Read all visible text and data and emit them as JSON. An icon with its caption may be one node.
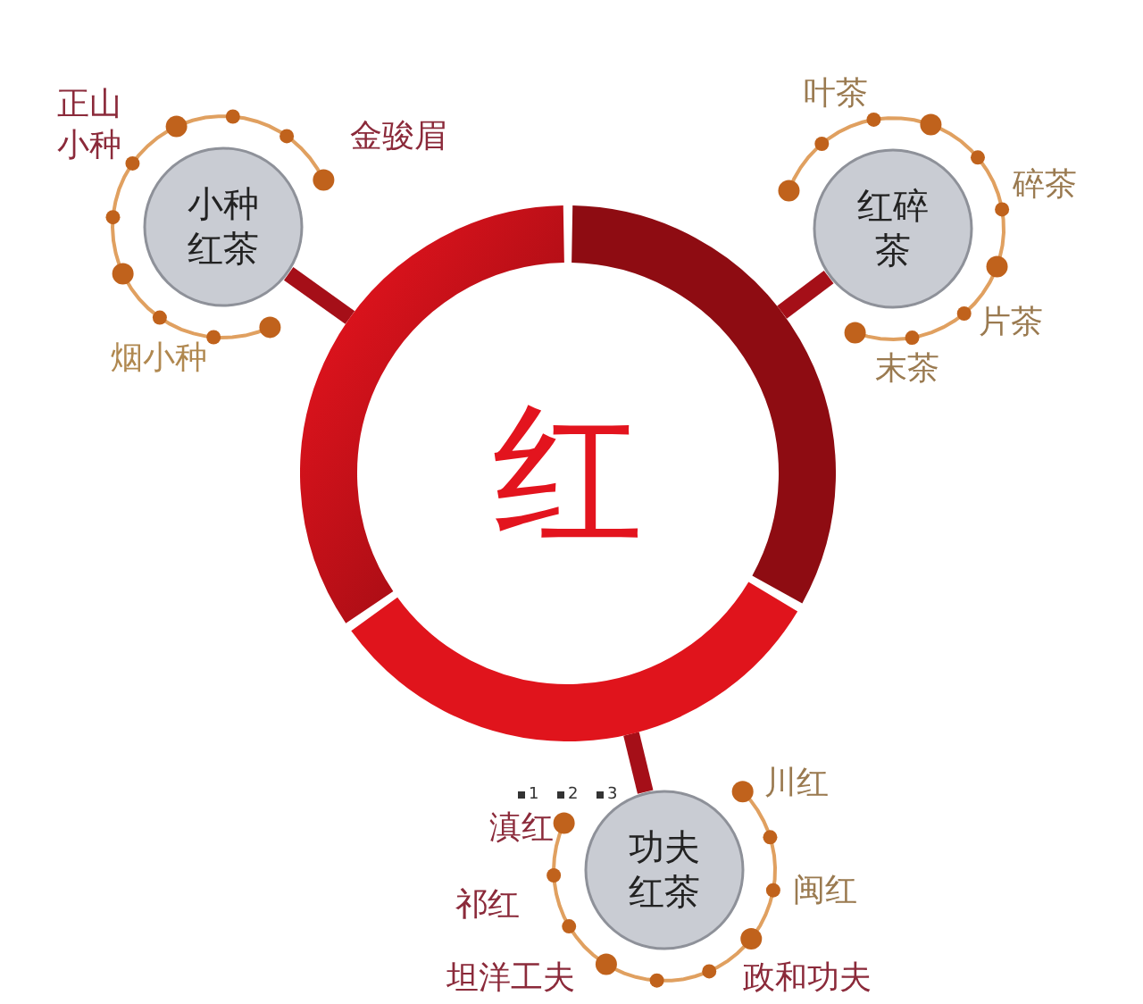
{
  "diagram": {
    "nodes": [
      {
        "text": [
          "红"
        ]
      },
      {
        "text": [
          "小种红茶"
        ],
        "beside": [
          "正山小种",
          "金骏眉",
          "烟小种"
        ]
      },
      {
        "text": [
          "红碎茶"
        ],
        "beside": [
          "叶茶",
          "碎茶",
          "片茶",
          "末茶"
        ]
      },
      {
        "text": [
          "功夫红茶"
        ],
        "beside": [
          "川红",
          "滇红",
          "祁红",
          "闽红",
          "坦洋工夫",
          "政和功夫"
        ]
      }
    ],
    "edges": [
      {
        "from": 0,
        "to": 1,
        "arrow": "none"
      },
      {
        "from": 0,
        "to": 2,
        "arrow": "none"
      },
      {
        "from": 0,
        "to": 3,
        "arrow": "none"
      }
    ],
    "labels": [
      "1",
      "2",
      "3"
    ]
  }
}
